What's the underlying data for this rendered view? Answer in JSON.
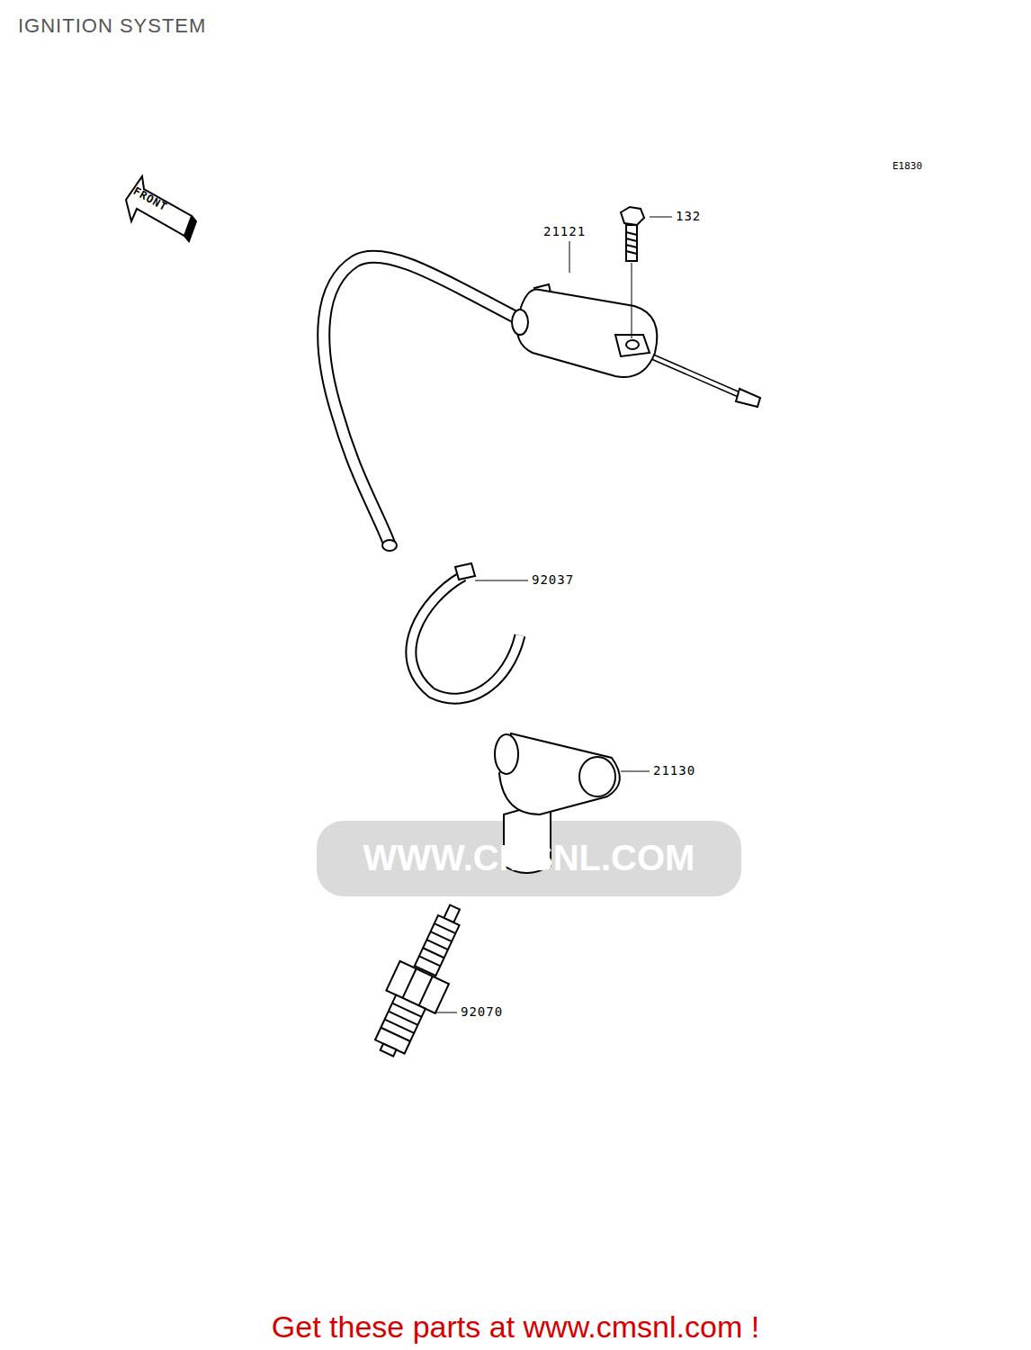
{
  "diagram": {
    "title": "IGNITION SYSTEM",
    "caption": "Get these parts at www.cmsnl.com !",
    "labels": [
      "FRONT",
      "E1830",
      "132",
      "21121",
      "92037",
      "21130",
      "92070",
      "WWW.CMSNL.COM"
    ]
  }
}
